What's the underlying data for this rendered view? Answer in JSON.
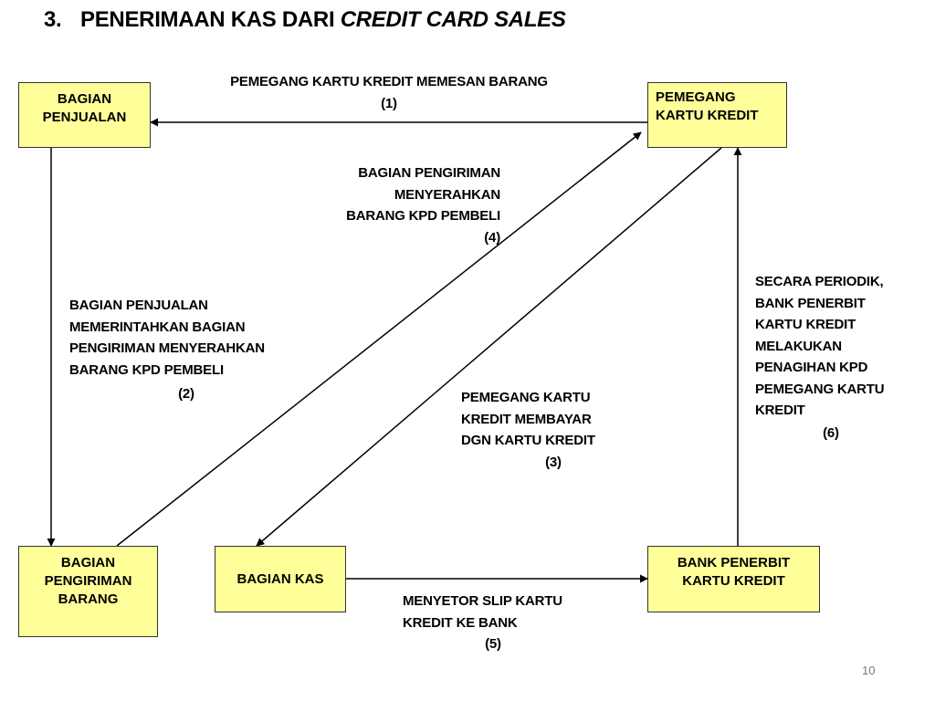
{
  "title": {
    "number": "3.",
    "text": "PENERIMAAN KAS DARI ",
    "italic": "CREDIT CARD SALES"
  },
  "nodes": {
    "bagian_penjualan": "BAGIAN\nPENJUALAN",
    "pemegang_kartu": "PEMEGANG\nKARTU KREDIT",
    "bagian_pengiriman": "BAGIAN\nPENGIRIMAN\nBARANG",
    "bagian_kas": "BAGIAN KAS",
    "bank_penerbit": "BANK PENERBIT\nKARTU KREDIT"
  },
  "steps": {
    "s1": "PEMEGANG KARTU KREDIT MEMESAN BARANG\n(1)",
    "s2": "BAGIAN PENJUALAN\nMEMERINTAHKAN BAGIAN\nPENGIRIMAN MENYERAHKAN\nBARANG KPD PEMBELI",
    "s2_num": "(2)",
    "s3": "PEMEGANG KARTU\nKREDIT MEMBAYAR\nDGN KARTU KREDIT",
    "s3_num": "(3)",
    "s4": "BAGIAN PENGIRIMAN\nMENYERAHKAN\nBARANG KPD PEMBELI\n(4)",
    "s5": "MENYETOR SLIP KARTU\nKREDIT KE BANK",
    "s5_num": "(5)",
    "s6": "SECARA PERIODIK,\nBANK PENERBIT\nKARTU KREDIT\nMELAKUKAN\nPENAGIHAN KPD\nPEMEGANG KARTU\nKREDIT",
    "s6_num": "(6)"
  },
  "page_number": "10",
  "colors": {
    "box_fill": "#ffff99",
    "box_border": "#333333",
    "line": "#000000"
  }
}
